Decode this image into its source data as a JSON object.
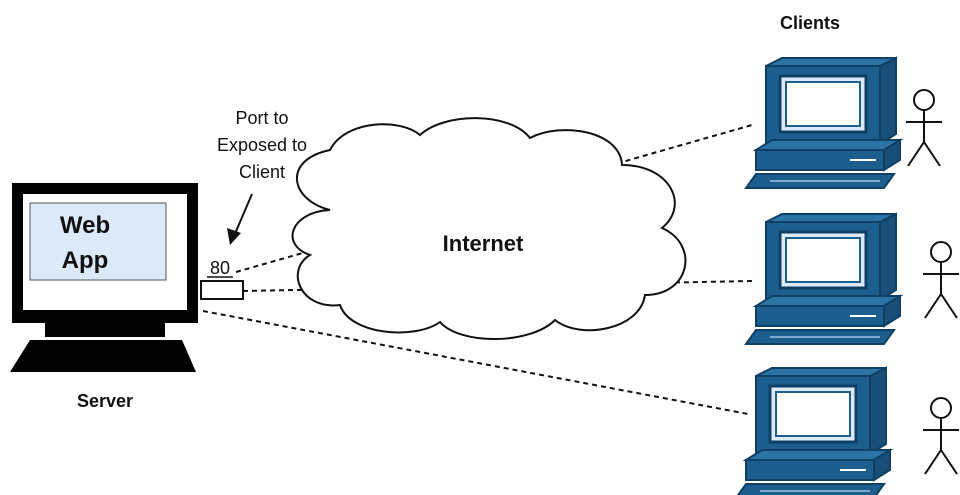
{
  "server": {
    "label": "Server",
    "screen_text_line1": "Web",
    "screen_text_line2": "App",
    "port_number": "80",
    "port_note_line1": "Port to",
    "port_note_line2": "Exposed to",
    "port_note_line3": "Client"
  },
  "network": {
    "label": "Internet"
  },
  "clients": {
    "title": "Clients",
    "count": 3
  },
  "colors": {
    "client_blue": "#1c5f8e",
    "client_dark": "#0f3f63",
    "screen_fill": "#dce9f8",
    "line": "#111111"
  }
}
